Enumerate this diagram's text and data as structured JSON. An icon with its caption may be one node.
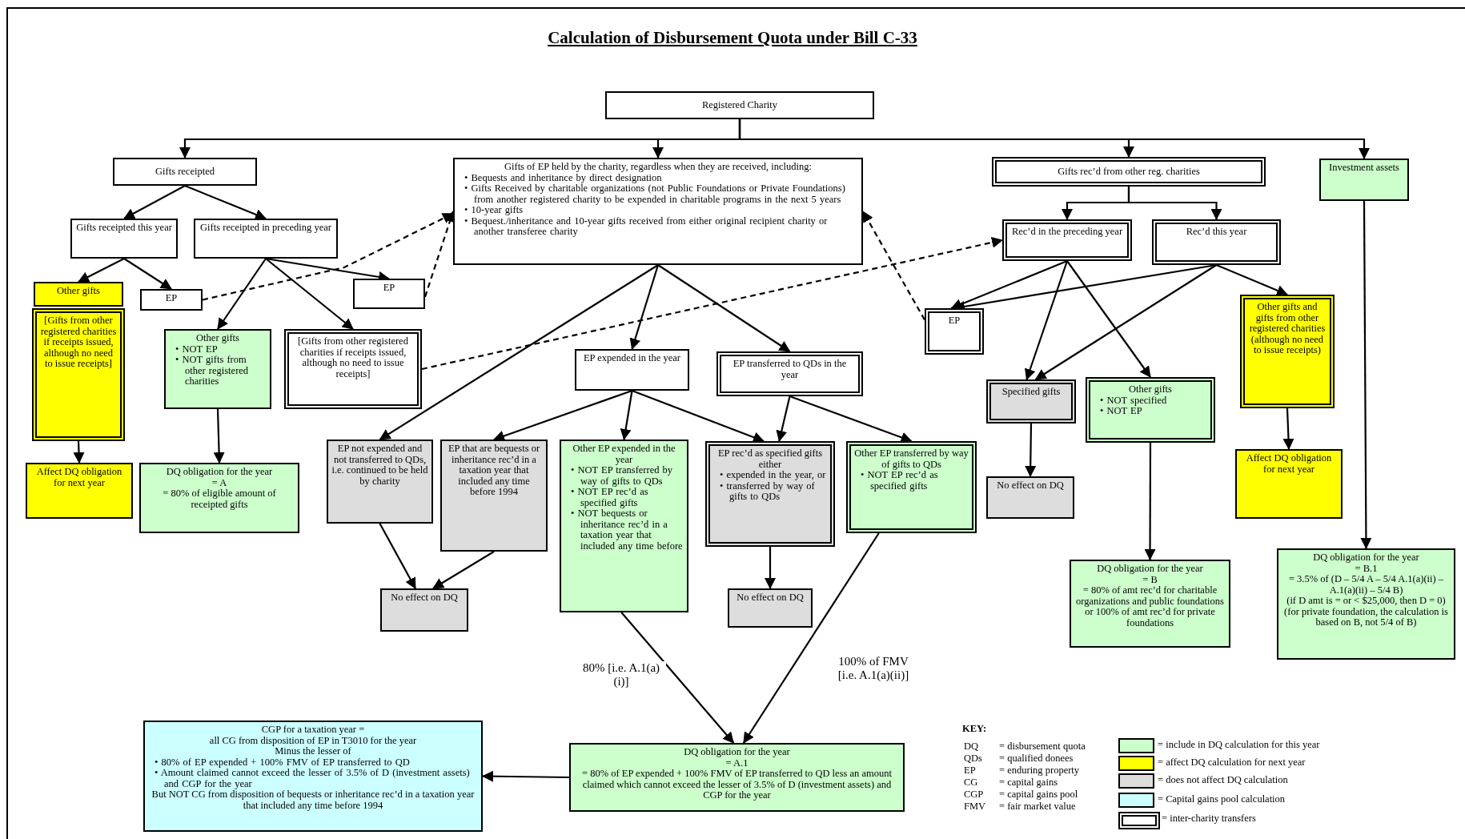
{
  "diagram": {
    "title": "Calculation of Disbursement Quota under Bill C-33",
    "nodes": [
      {
        "text": [
          "Registered Charity"
        ]
      },
      {
        "text": [
          "Gifts receipted"
        ]
      },
      {
        "text": [
          "Gifts of EP held by the charity, regardless when they are received, including:",
          "• Bequests and inheritance by direct designation",
          "• Gifts Received by charitable organizations (not Public Foundations or Private Foundations) from another registered charity to be expended in charitable programs in the next 5 years",
          "• 10-year gifts",
          "• Bequest./inheritance and 10-year gifts received from either original recipient charity or another transferee charity"
        ]
      },
      {
        "text": [
          "Gifts rec’d from other reg. charities"
        ]
      },
      {
        "text": [
          "Investment assets"
        ]
      },
      {
        "text": [
          "Gifts receipted this year"
        ]
      },
      {
        "text": [
          "Gifts receipted in preceding year"
        ]
      },
      {
        "text": [
          "Rec’d in the preceding year"
        ]
      },
      {
        "text": [
          "Rec’d this year"
        ]
      },
      {
        "text": [
          "Other gifts"
        ]
      },
      {
        "text": [
          "[Gifts from other registered charities if receipts issued, although no need to issue receipts]"
        ]
      },
      {
        "text": [
          "EP"
        ]
      },
      {
        "text": [
          "EP"
        ]
      },
      {
        "text": [
          "Other gifts",
          "• NOT EP",
          "• NOT gifts from other registered charities"
        ]
      },
      {
        "text": [
          "[Gifts from other registered charities if receipts issued, although no need to issue receipts]"
        ]
      },
      {
        "text": [
          "EP"
        ]
      },
      {
        "text": [
          "Other gifts and gifts from other registered charities (although no need to issue receipts)"
        ]
      },
      {
        "text": [
          "EP expended in the year"
        ]
      },
      {
        "text": [
          "EP transferred to QDs in the year"
        ]
      },
      {
        "text": [
          "Specified gifts"
        ]
      },
      {
        "text": [
          "Other gifts",
          "• NOT specified",
          "• NOT EP"
        ]
      },
      {
        "text": [
          "Affect DQ obligation for next year"
        ]
      },
      {
        "text": [
          "DQ obligation for the year",
          "= A",
          "= 80% of eligible amount of receipted gifts"
        ]
      },
      {
        "text": [
          "EP not expended and not transferred to QDs, i.e. continued to be held by charity"
        ]
      },
      {
        "text": [
          "EP that are bequests or inheritance rec’d in a taxation year that included any time before 1994"
        ]
      },
      {
        "text": [
          "Other EP expended in the year",
          "• NOT EP transferred by way of gifts to QDs",
          "• NOT EP rec’d as specified gifts",
          "• NOT bequests or inheritance rec’d in a taxation year that included any time before"
        ]
      },
      {
        "text": [
          "EP rec’d as specified gifts either",
          "• expended in the year, or",
          "• transferred by way of gifts to QDs"
        ]
      },
      {
        "text": [
          "Other EP transferred by way of gifts to QDs",
          "• NOT EP rec’d as specified gifts"
        ]
      },
      {
        "text": [
          "No effect on DQ"
        ]
      },
      {
        "text": [
          "Affect DQ obligation for next year"
        ]
      },
      {
        "text": [
          "No effect on DQ"
        ]
      },
      {
        "text": [
          "No effect on DQ"
        ]
      },
      {
        "text": [
          "DQ obligation for the year",
          "= B",
          "= 80% of amt rec’d for charitable organizations and public foundations or 100% of amt rec’d for private foundations"
        ]
      },
      {
        "text": [
          "DQ obligation for the year",
          "= B.1",
          "= 3.5% of (D – 5/4 A – 5/4 A.1(a)(ii) – A.1(a)(ii) – 5/4 B)",
          "(if D amt is = or < $25,000, then D = 0)",
          "(for private foundation, the calculation is based on B, not 5/4 of B)"
        ]
      },
      {
        "text": [
          "CGP for a taxation year =",
          "all CG from disposition of EP in T3010 for the year",
          "Minus the lesser of",
          "• 80% of EP expended + 100% FMV of EP transferred to QD",
          "• Amount claimed cannot exceed the lesser of 3.5% of D (investment assets) and CGP for the year",
          "But NOT CG from disposition of bequests or inheritance rec’d in a taxation year that included any time before 1994"
        ]
      },
      {
        "text": [
          "DQ obligation for the year",
          "= A.1",
          "= 80% of EP expended + 100% FMV of EP transferred to QD less an amount claimed which cannot exceed the lesser of 3.5% of D (investment assets) and CGP for the year"
        ]
      }
    ],
    "edges": [
      {
        "from": 0,
        "to": 1,
        "arrow": "to"
      },
      {
        "from": 0,
        "to": 2,
        "arrow": "to"
      },
      {
        "from": 0,
        "to": 3,
        "arrow": "to"
      },
      {
        "from": 0,
        "to": 4,
        "arrow": "to"
      },
      {
        "from": 1,
        "to": 5,
        "arrow": "to"
      },
      {
        "from": 1,
        "to": 6,
        "arrow": "to"
      },
      {
        "from": 5,
        "to": 9,
        "arrow": "to"
      },
      {
        "from": 5,
        "to": 11,
        "arrow": "to"
      },
      {
        "from": 6,
        "to": 13,
        "arrow": "to"
      },
      {
        "from": 6,
        "to": 12,
        "arrow": "to"
      },
      {
        "from": 6,
        "to": 14,
        "arrow": "to"
      },
      {
        "from": 11,
        "to": 2,
        "arrow": "to",
        "style": "dashed"
      },
      {
        "from": 12,
        "to": 2,
        "arrow": "to",
        "style": "dashed"
      },
      {
        "from": 14,
        "to": 7,
        "arrow": "to",
        "style": "dashed"
      },
      {
        "from": 15,
        "to": 2,
        "arrow": "to",
        "style": "dashed"
      },
      {
        "from": 10,
        "to": 21,
        "arrow": "to"
      },
      {
        "from": 13,
        "to": 22,
        "arrow": "to"
      },
      {
        "from": 2,
        "to": 23,
        "arrow": "to"
      },
      {
        "from": 2,
        "to": 17,
        "arrow": "to"
      },
      {
        "from": 2,
        "to": 18,
        "arrow": "to"
      },
      {
        "from": 3,
        "to": 7,
        "arrow": "to"
      },
      {
        "from": 3,
        "to": 8,
        "arrow": "to"
      },
      {
        "from": 7,
        "to": 15,
        "arrow": "to"
      },
      {
        "from": 8,
        "to": 15,
        "arrow": "to"
      },
      {
        "from": 7,
        "to": 19,
        "arrow": "to"
      },
      {
        "from": 7,
        "to": 20,
        "arrow": "to"
      },
      {
        "from": 8,
        "to": 19,
        "arrow": "to"
      },
      {
        "from": 8,
        "to": 16,
        "arrow": "to"
      },
      {
        "from": 17,
        "to": 24,
        "arrow": "to"
      },
      {
        "from": 17,
        "to": 25,
        "arrow": "to"
      },
      {
        "from": 17,
        "to": 26,
        "arrow": "to"
      },
      {
        "from": 18,
        "to": 26,
        "arrow": "to"
      },
      {
        "from": 18,
        "to": 27,
        "arrow": "to"
      },
      {
        "from": 16,
        "to": 29,
        "arrow": "to"
      },
      {
        "from": 19,
        "to": 28,
        "arrow": "to"
      },
      {
        "from": 20,
        "to": 32,
        "arrow": "to"
      },
      {
        "from": 4,
        "to": 33,
        "arrow": "to"
      },
      {
        "from": 23,
        "to": 30,
        "arrow": "to"
      },
      {
        "from": 24,
        "to": 30,
        "arrow": "to"
      },
      {
        "from": 26,
        "to": 31,
        "arrow": "to"
      },
      {
        "from": 25,
        "to": 35,
        "arrow": "to",
        "label": "80% [i.e. A.1(a)(i)]"
      },
      {
        "from": 27,
        "to": 35,
        "arrow": "to",
        "label": "100% of FMV [i.e. A.1(a)(ii)]"
      },
      {
        "from": 35,
        "to": 34,
        "arrow": "to"
      }
    ],
    "labels": [
      "KEY:",
      "DQ",
      "= disbursement quota",
      "QDs",
      "= qualified donees",
      "EP",
      "= enduring property",
      "CG",
      "= capital gains",
      "CGP",
      "= capital gains pool",
      "FMV",
      "= fair market value"
    ],
    "legend": [
      {
        "text": "= include in DQ calculation for this year",
        "color": "#ccffcc"
      },
      {
        "text": "= affect DQ calculation for next year",
        "color": "#ffff00"
      },
      {
        "text": "= does not affect DQ calculation",
        "color": "#dddddd"
      },
      {
        "text": "= Capital gains pool calculation",
        "color": "#ccffff"
      },
      {
        "text": "= inter-charity transfers"
      }
    ]
  }
}
